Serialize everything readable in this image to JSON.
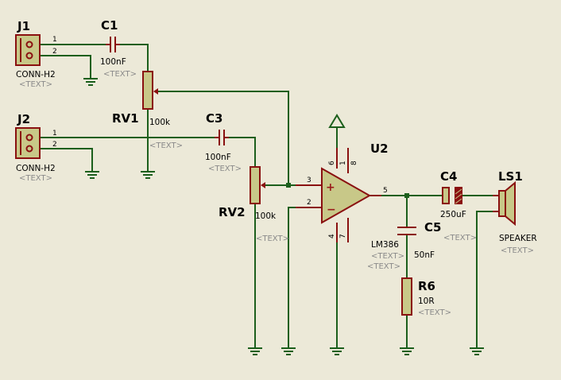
{
  "components": {
    "j1": {
      "ref": "J1",
      "value": "CONN-H2",
      "placeholder": "<TEXT>",
      "pin1": "1",
      "pin2": "2"
    },
    "j2": {
      "ref": "J2",
      "value": "CONN-H2",
      "placeholder": "<TEXT>",
      "pin1": "1",
      "pin2": "2"
    },
    "c1": {
      "ref": "C1",
      "value": "100nF",
      "placeholder": "<TEXT>"
    },
    "c3": {
      "ref": "C3",
      "value": "100nF",
      "placeholder": "<TEXT>"
    },
    "rv1": {
      "ref": "RV1",
      "value": "100k",
      "placeholder": "<TEXT>"
    },
    "rv2": {
      "ref": "RV2",
      "value": "100k",
      "placeholder": "<TEXT>"
    },
    "u2": {
      "ref": "U2",
      "value": "LM386",
      "placeholder": "<TEXT>",
      "pins": {
        "p1": "1",
        "p2": "2",
        "p3": "3",
        "p4": "4",
        "p5": "5",
        "p6": "6",
        "p7": "7",
        "p8": "8"
      },
      "plus": "+",
      "minus": "−"
    },
    "c4": {
      "ref": "C4",
      "value": "250uF",
      "placeholder": "<TEXT>"
    },
    "c5": {
      "ref": "C5",
      "value": "50nF",
      "placeholder": "<TEXT>"
    },
    "r6": {
      "ref": "R6",
      "value": "10R",
      "placeholder": "<TEXT>"
    },
    "ls1": {
      "ref": "LS1",
      "value": "SPEAKER",
      "placeholder": "<TEXT>"
    }
  },
  "colors": {
    "background": "#ece9d8",
    "wire": "#1c5f1c",
    "component": "#8a1010",
    "body_fill": "#c8c888",
    "placeholder": "#8a8a8a"
  }
}
